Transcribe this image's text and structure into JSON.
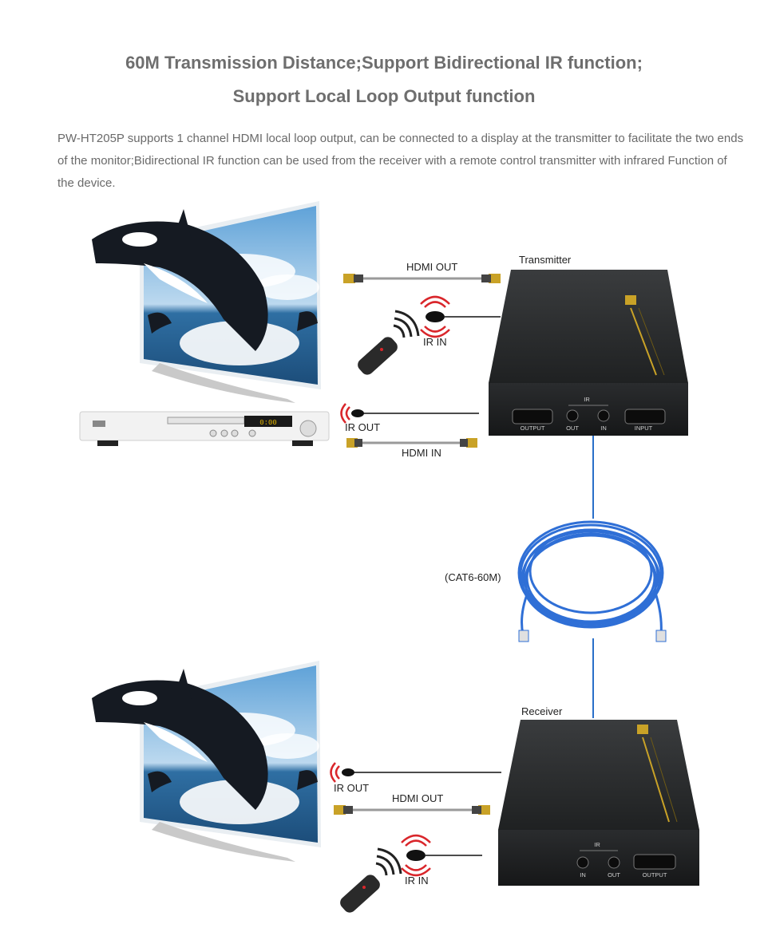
{
  "heading": {
    "line1": "60M Transmission Distance;Support Bidirectional IR function;",
    "line2": "Support Local Loop Output function"
  },
  "description": "PW-HT205P supports 1 channel HDMI local loop output, can be connected to a display at the transmitter to facilitate the two ends of the monitor;Bidirectional IR function can be used from the receiver with a remote control transmitter with infrared Function of the device.",
  "transmitter": {
    "title": "Transmitter",
    "hdmi_out": "HDMI OUT",
    "ir_in": "IR IN",
    "ir_out": "IR OUT",
    "hdmi_in": "HDMI IN",
    "ports": {
      "output": "OUTPUT",
      "ir": "IR",
      "out": "OUT",
      "in": "IN",
      "input": "INPUT"
    }
  },
  "cable": {
    "label": "(CAT6-60M)"
  },
  "receiver": {
    "title": "Receiver",
    "ir_out": "IR OUT",
    "hdmi_out": "HDMI OUT",
    "ir_in": "IR IN",
    "ports": {
      "ir": "IR",
      "in": "IN",
      "out": "OUT",
      "output": "OUTPUT"
    }
  },
  "dvd_display": "0:00",
  "colors": {
    "heading": "#6e6e6e",
    "body_text": "#6a6a6a",
    "cable_blue": "#2f6fd6",
    "link_line": "#2a6fc9",
    "ir_red": "#d9262b",
    "box_dark": "#2b2d2f",
    "gold": "#c9a227"
  }
}
